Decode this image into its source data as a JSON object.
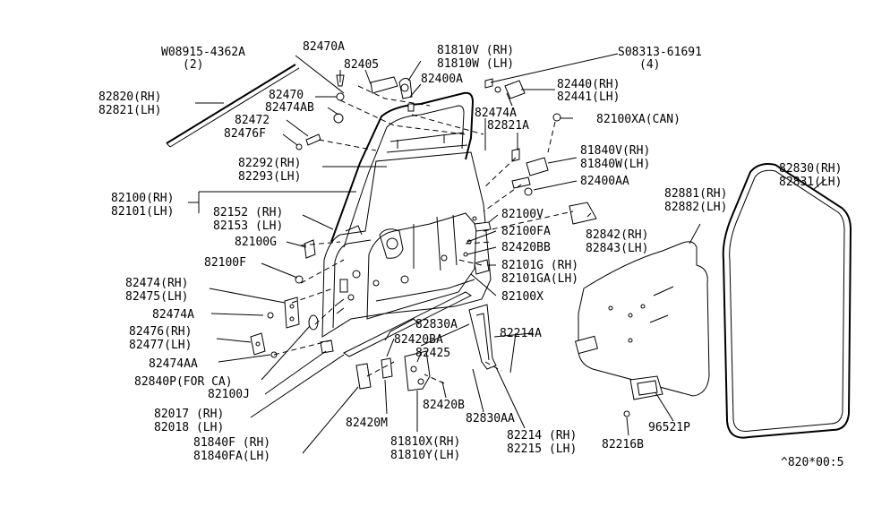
{
  "diagram_code": "^820*00:5",
  "callouts": [
    {
      "id": "08915-4362A",
      "lines": [
        "W08915-4362A",
        "(2)"
      ]
    },
    {
      "id": "82470A",
      "lines": [
        "82470A"
      ]
    },
    {
      "id": "82405",
      "lines": [
        "82405"
      ]
    },
    {
      "id": "81810V",
      "lines": [
        "81810V (RH)",
        "81810W (LH)"
      ]
    },
    {
      "id": "08313-61691",
      "lines": [
        "S08313-61691",
        "(4)"
      ]
    },
    {
      "id": "82400A",
      "lines": [
        "82400A"
      ]
    },
    {
      "id": "82440",
      "lines": [
        "82440(RH)",
        "82441(LH)"
      ]
    },
    {
      "id": "82820",
      "lines": [
        "82820(RH)",
        "82821(LH)"
      ]
    },
    {
      "id": "82470",
      "lines": [
        "82470"
      ]
    },
    {
      "id": "82474AB",
      "lines": [
        "82474AB"
      ]
    },
    {
      "id": "82472",
      "lines": [
        "82472"
      ]
    },
    {
      "id": "82476F",
      "lines": [
        "82476F"
      ]
    },
    {
      "id": "82474A_top",
      "lines": [
        "82474A"
      ]
    },
    {
      "id": "82821A",
      "lines": [
        "82821A"
      ]
    },
    {
      "id": "82100XA",
      "lines": [
        "82100XA(CAN)"
      ]
    },
    {
      "id": "81840V",
      "lines": [
        "81840V(RH)",
        "81840W(LH)"
      ]
    },
    {
      "id": "82292",
      "lines": [
        "82292(RH)",
        "82293(LH)"
      ]
    },
    {
      "id": "82400AA",
      "lines": [
        "82400AA"
      ]
    },
    {
      "id": "82830",
      "lines": [
        "82830(RH)",
        "82831(LH)"
      ]
    },
    {
      "id": "82881",
      "lines": [
        "82881(RH)",
        "82882(LH)"
      ]
    },
    {
      "id": "82100",
      "lines": [
        "82100(RH)",
        "82101(LH)"
      ]
    },
    {
      "id": "82152",
      "lines": [
        "82152 (RH)",
        "82153 (LH)"
      ]
    },
    {
      "id": "82100V",
      "lines": [
        "82100V"
      ]
    },
    {
      "id": "82100G",
      "lines": [
        "82100G"
      ]
    },
    {
      "id": "82100FA",
      "lines": [
        "82100FA"
      ]
    },
    {
      "id": "82842",
      "lines": [
        "82842(RH)",
        "82843(LH)"
      ]
    },
    {
      "id": "82420BB",
      "lines": [
        "82420BB"
      ]
    },
    {
      "id": "82100F",
      "lines": [
        "82100F"
      ]
    },
    {
      "id": "82101G",
      "lines": [
        "82101G (RH)",
        "82101GA(LH)"
      ]
    },
    {
      "id": "82474",
      "lines": [
        "82474(RH)",
        "82475(LH)"
      ]
    },
    {
      "id": "82100X",
      "lines": [
        "82100X"
      ]
    },
    {
      "id": "82474A",
      "lines": [
        "82474A"
      ]
    },
    {
      "id": "82830A",
      "lines": [
        "82830A"
      ]
    },
    {
      "id": "82476",
      "lines": [
        "82476(RH)",
        "82477(LH)"
      ]
    },
    {
      "id": "82420BA",
      "lines": [
        "82420BA"
      ]
    },
    {
      "id": "82214A",
      "lines": [
        "82214A"
      ]
    },
    {
      "id": "82425",
      "lines": [
        "82425"
      ]
    },
    {
      "id": "82474AA",
      "lines": [
        "82474AA"
      ]
    },
    {
      "id": "82840P",
      "lines": [
        "82840P(FOR CA)"
      ]
    },
    {
      "id": "82100J",
      "lines": [
        "82100J"
      ]
    },
    {
      "id": "82420B",
      "lines": [
        "82420B"
      ]
    },
    {
      "id": "82017",
      "lines": [
        "82017 (RH)",
        "82018 (LH)"
      ]
    },
    {
      "id": "82830AA",
      "lines": [
        "82830AA"
      ]
    },
    {
      "id": "96521P",
      "lines": [
        "96521P"
      ]
    },
    {
      "id": "82420M",
      "lines": [
        "82420M"
      ]
    },
    {
      "id": "82214",
      "lines": [
        "82214 (RH)",
        "82215 (LH)"
      ]
    },
    {
      "id": "81810X",
      "lines": [
        "81810X(RH)",
        "81810Y(LH)"
      ]
    },
    {
      "id": "81840F",
      "lines": [
        "81840F  (RH)",
        "81840FA(LH)"
      ]
    },
    {
      "id": "82216B",
      "lines": [
        "82216B"
      ]
    }
  ]
}
